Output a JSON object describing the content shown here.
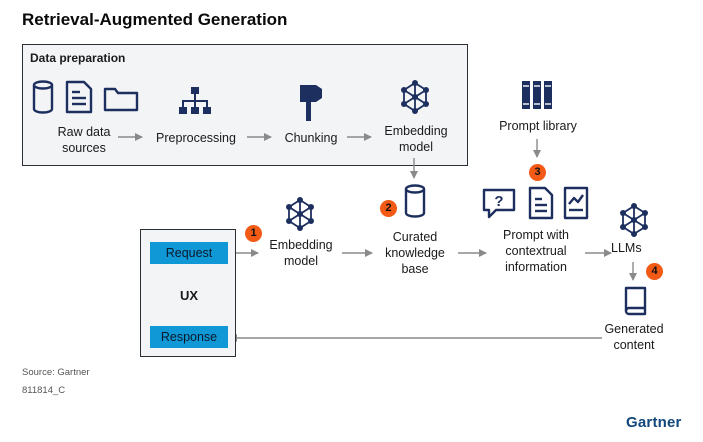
{
  "title": "Retrieval-Augmented Generation",
  "data_preparation": {
    "heading": "Data preparation",
    "steps": [
      {
        "label_lines": [
          "Raw data",
          "sources"
        ],
        "icons": [
          "database-icon",
          "document-icon",
          "folder-icon"
        ]
      },
      {
        "label_lines": [
          "Preprocessing"
        ],
        "icons": [
          "hierarchy-icon"
        ]
      },
      {
        "label_lines": [
          "Chunking"
        ],
        "icons": [
          "axe-icon"
        ]
      },
      {
        "label_lines": [
          "Embedding",
          "model"
        ],
        "icons": [
          "neural-network-icon"
        ]
      }
    ]
  },
  "prompt_library": {
    "label": "Prompt library",
    "icon": "books-icon"
  },
  "ux": {
    "label": "UX",
    "request_label": "Request",
    "response_label": "Response"
  },
  "flow": [
    {
      "badge": "1",
      "label_lines": [
        "Embedding",
        "model"
      ],
      "icon": "neural-network-icon"
    },
    {
      "badge": "2",
      "label_lines": [
        "Curated",
        "knowledge",
        "base"
      ],
      "icon": "database-icon"
    },
    {
      "badge": "3",
      "label_lines": [
        "Prompt with",
        "contextrual",
        "information"
      ],
      "icons": [
        "question-icon",
        "document-icon",
        "chart-document-icon"
      ]
    },
    {
      "badge": "",
      "label_lines": [
        "LLMs"
      ],
      "icon": "neural-network-icon"
    },
    {
      "badge": "4",
      "label_lines": [
        "Generated",
        "content"
      ],
      "icon": "book-icon"
    }
  ],
  "footer": {
    "source": "Source: Gartner",
    "id": "811814_C"
  },
  "brand": "Gartner",
  "colors": {
    "icon_navy": "#1d2f5e",
    "ux_button": "#0f97d6",
    "badge": "#f25a16",
    "arrow": "#8a8a8a",
    "panel": "#f3f4f6",
    "brand": "#11477a"
  }
}
